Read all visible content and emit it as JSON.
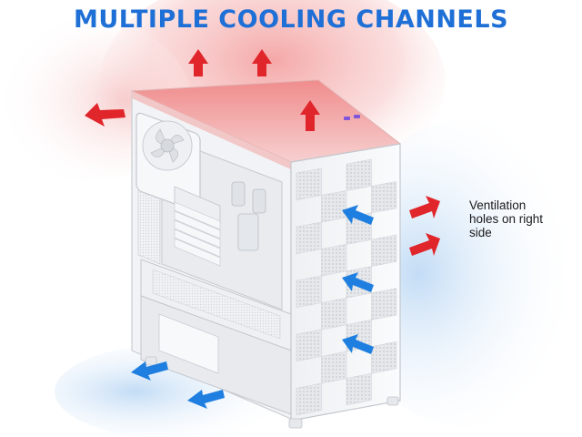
{
  "headline": "MULTIPLE COOLING CHANNELS",
  "callout": {
    "text": "Ventilation\nholes on right\nside"
  },
  "colors": {
    "headline": "#1e6fd6",
    "hot_arrow": "#e0262b",
    "cool_arrow": "#1e7fe0",
    "hot_glow": "#f4a3a3",
    "cool_glow": "#bcd8f4",
    "case_body": "#f4f5f7"
  },
  "icons": {
    "hot_air_arrow": "red-exhaust-arrow",
    "cool_air_arrow": "blue-intake-arrow",
    "front_led": "led-indicator"
  }
}
